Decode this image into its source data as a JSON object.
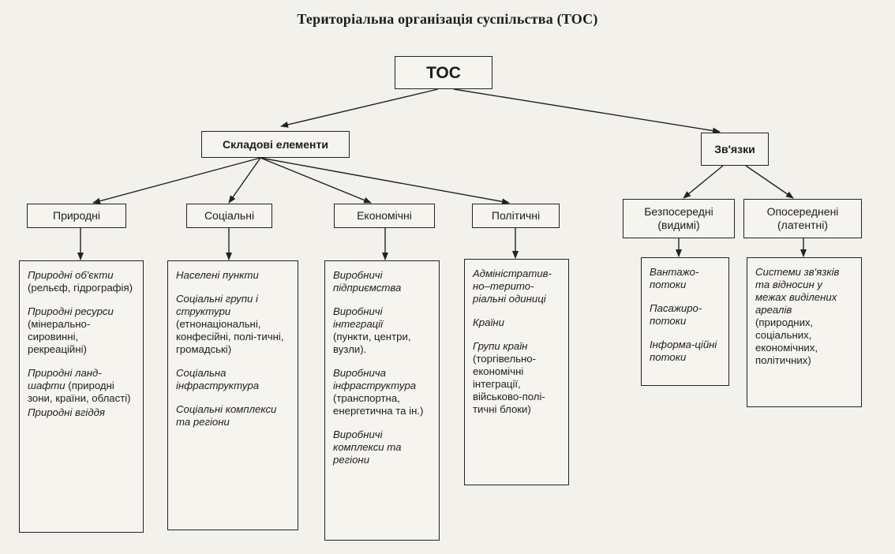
{
  "title": "Територіальна організація суспільства (ТОС)",
  "root": "ТОС",
  "branches": {
    "elements": "Складові елементи",
    "links": "Зв'язки"
  },
  "categories": {
    "natural": "Природні",
    "social": "Соціальні",
    "economic": "Економічні",
    "political": "Політичні",
    "direct": "Безпосередні (видимі)",
    "indirect": "Опосередненi (латентні)"
  },
  "details": {
    "natural": [
      {
        "title": "Природні об'єкти",
        "text": "(рельєф, гідрографія)"
      },
      {
        "title": "Природні ресурси",
        "text": "(мінерально-сировинні, рекреаційні)"
      },
      {
        "title": "Природні ланд-шафти",
        "text": "(природні зони, країни, області)"
      },
      {
        "title": "Природні вгіддя",
        "text": ""
      }
    ],
    "social": [
      {
        "title": "Населені пункти",
        "text": ""
      },
      {
        "title": "Соціальні групи і структури",
        "text": "(етнонаціональні, конфесійні, полі-тичні, громадські)"
      },
      {
        "title": "Соціальна інфраструктура",
        "text": ""
      },
      {
        "title": "Соціальні комплекси та регіони",
        "text": ""
      }
    ],
    "economic": [
      {
        "title": "Виробничі підприємства",
        "text": ""
      },
      {
        "title": "Виробничі інтеграції",
        "text": "(пункти, центри, вузли)."
      },
      {
        "title": "Виробнича інфраструктура",
        "text": "(транспортна, енергетична та ін.)"
      },
      {
        "title": "Виробничі комплекси та регіони",
        "text": ""
      }
    ],
    "political": [
      {
        "title": "Адміністратив-но–терито-ріальні одиниці",
        "text": ""
      },
      {
        "title": "Країни",
        "text": ""
      },
      {
        "title": "Групи країн",
        "text": "(торгівельно-економічні інтеграції, військово-полі-тичні блоки)"
      }
    ],
    "direct": [
      {
        "title": "Вантажо-потоки",
        "text": ""
      },
      {
        "title": "Пасажиро-потоки",
        "text": ""
      },
      {
        "title": "Інформа-ційні потоки",
        "text": ""
      }
    ],
    "indirect": [
      {
        "title": "Системи зв'язків та відносин у межах виділених ареалів",
        "text": "(природних, соціальних, економічних, політичних)"
      }
    ]
  },
  "colors": {
    "line": "#222222",
    "background": "#f3f1ec"
  }
}
